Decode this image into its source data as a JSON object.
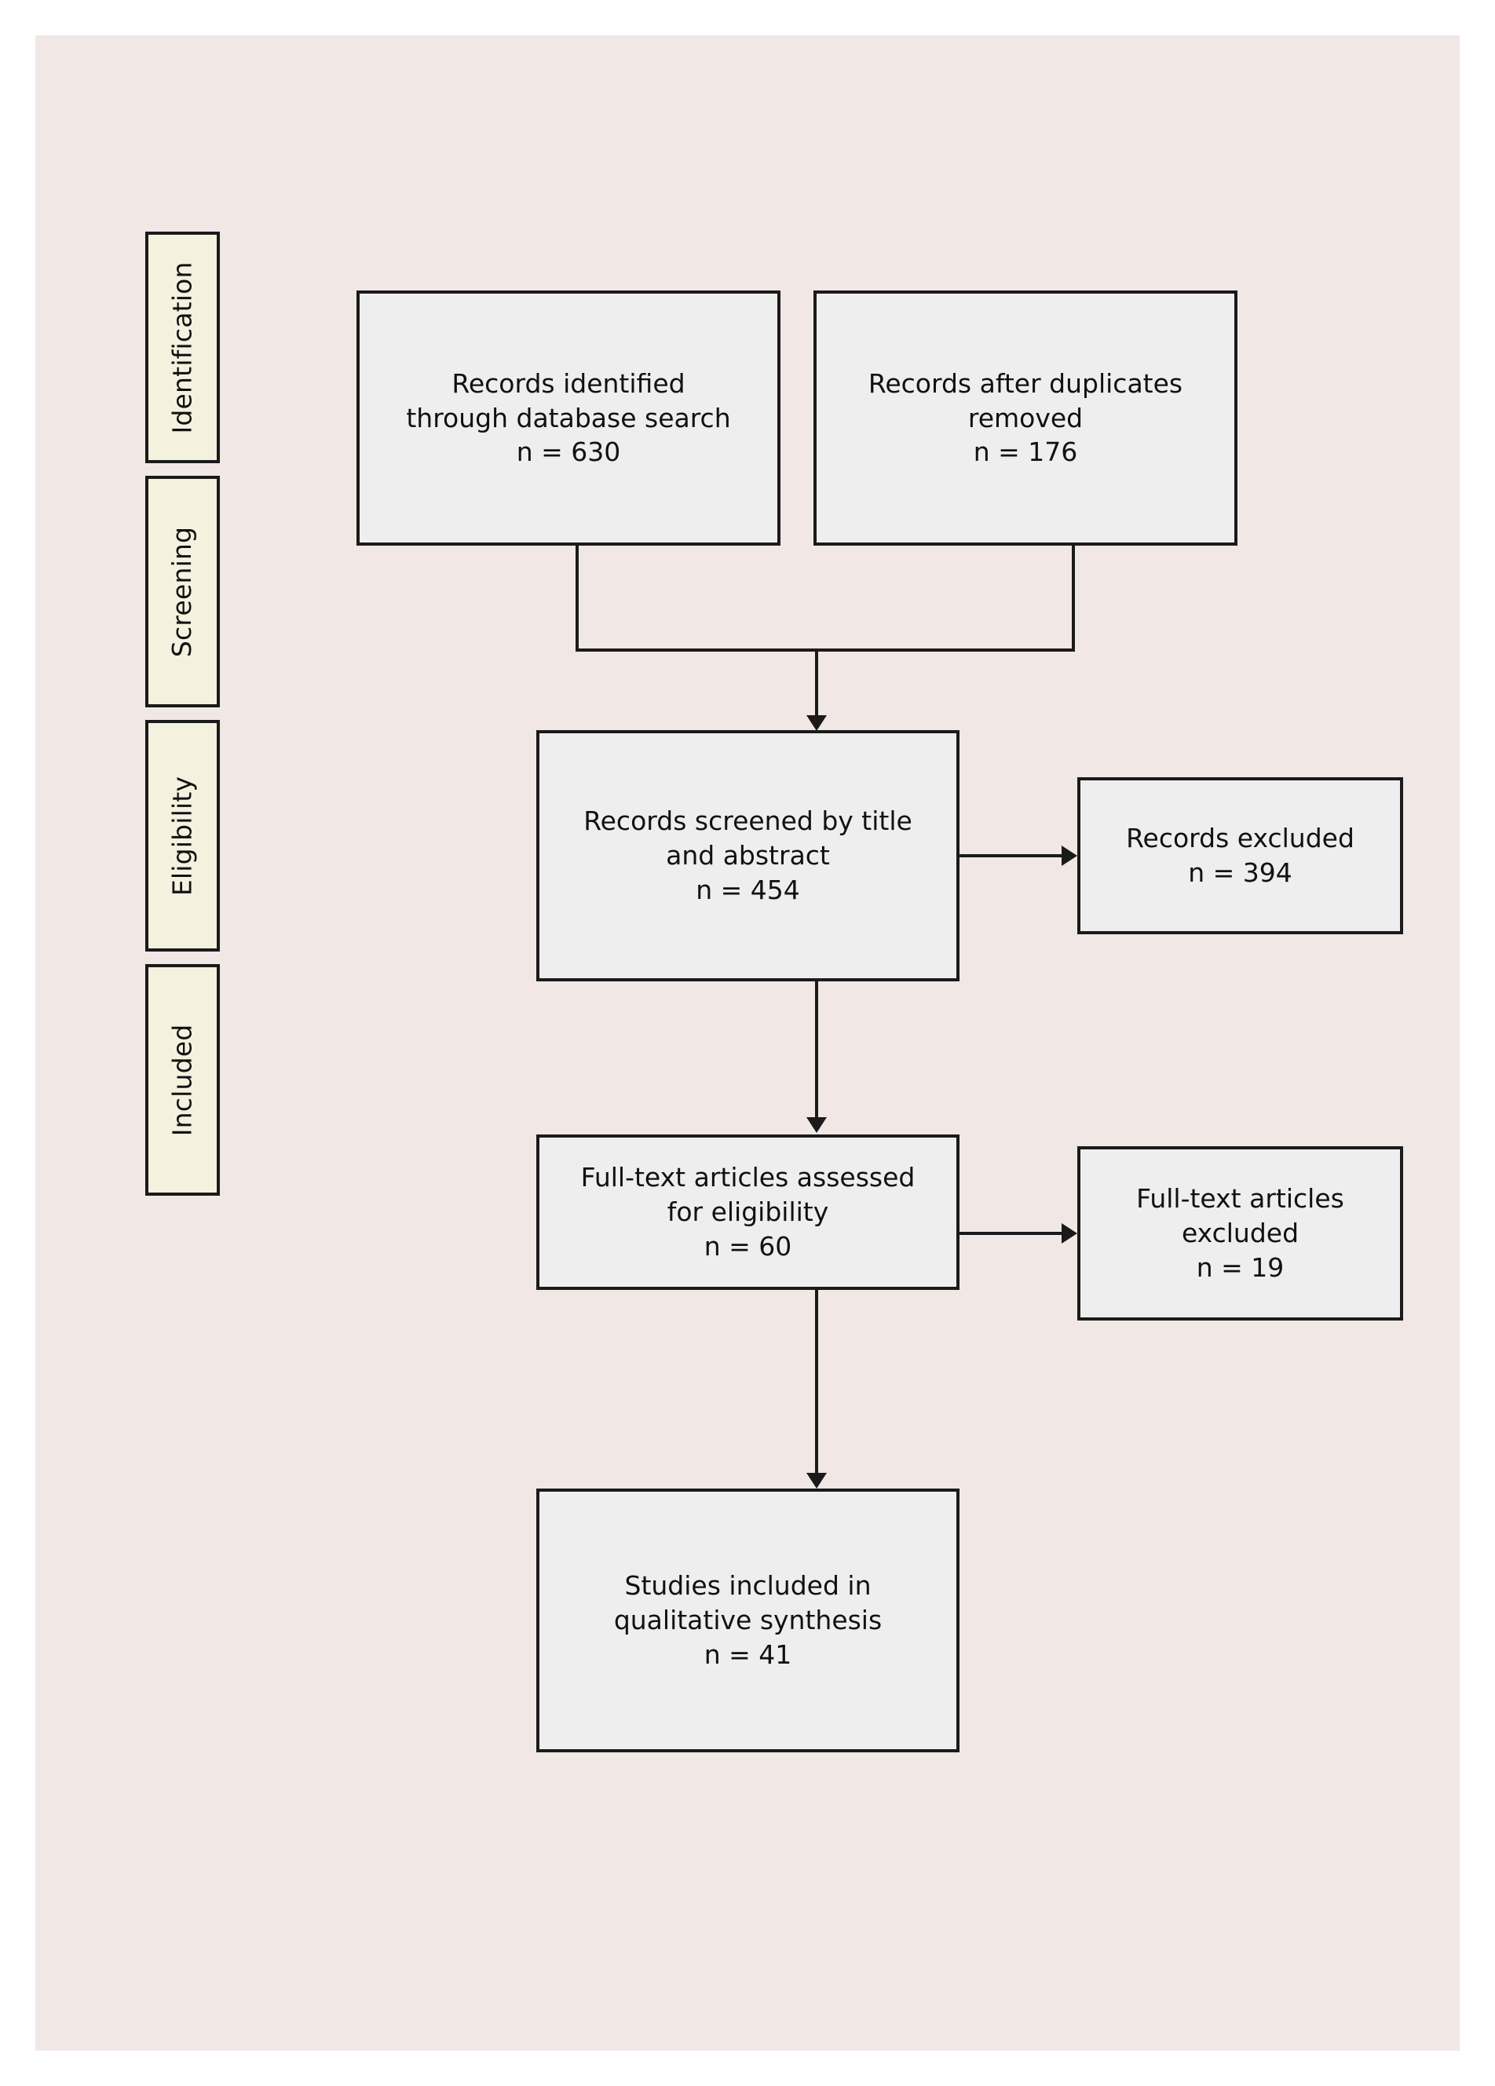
{
  "figure": {
    "type": "prisma-flow-diagram",
    "canvas_color": "#f1e7e5",
    "page_color": "#ffffff",
    "stage_box_color": "#f5f1df",
    "node_box_color": "#eeeeee",
    "line_color": "#1a1a1a"
  },
  "stages": [
    {
      "label": "Identification"
    },
    {
      "label": "Screening"
    },
    {
      "label": "Eligibility"
    },
    {
      "label": "Included"
    }
  ],
  "nodes": {
    "identified": {
      "lines": [
        "Records identified",
        "through database search",
        "n = 630"
      ],
      "count_label": "n = 630",
      "count": 630
    },
    "after_duplicates": {
      "lines": [
        "Records after duplicates",
        "removed",
        "n = 176"
      ],
      "count_label": "n = 176",
      "count": 176
    },
    "screened": {
      "lines": [
        "Records screened by title",
        "and abstract",
        "n = 454"
      ],
      "count_label": "n = 454",
      "count": 454
    },
    "records_excluded": {
      "lines": [
        "Records excluded",
        "n = 394"
      ],
      "count_label": "n = 394",
      "count": 394
    },
    "fulltext_assessed": {
      "lines": [
        "Full-text articles assessed",
        "for eligibility",
        "n = 60"
      ],
      "count_label": "n = 60",
      "count": 60
    },
    "fulltext_excluded": {
      "lines": [
        "Full-text articles",
        "excluded",
        "n = 19"
      ],
      "count_label": "n = 19",
      "count": 19
    },
    "included": {
      "lines": [
        "Studies included in",
        "qualitative synthesis",
        "n = 41"
      ],
      "count_label": "n = 41",
      "count": 41
    }
  }
}
